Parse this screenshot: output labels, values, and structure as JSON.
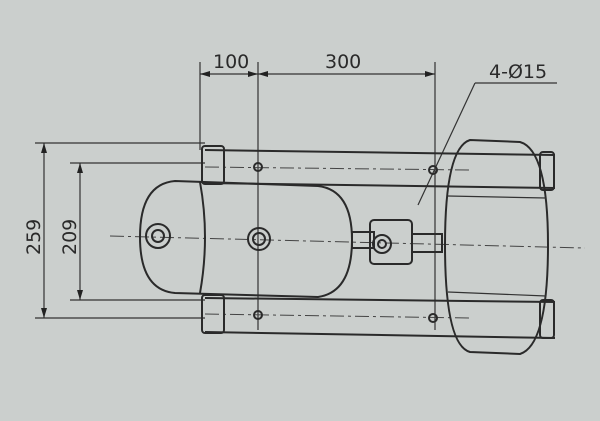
{
  "dimensions": {
    "width_100": "100",
    "width_300": "300",
    "holes": "4-Ø15",
    "height_259": "259",
    "height_209": "209"
  },
  "colors": {
    "background": "#cbcfcd",
    "line": "#2a2a2a"
  }
}
